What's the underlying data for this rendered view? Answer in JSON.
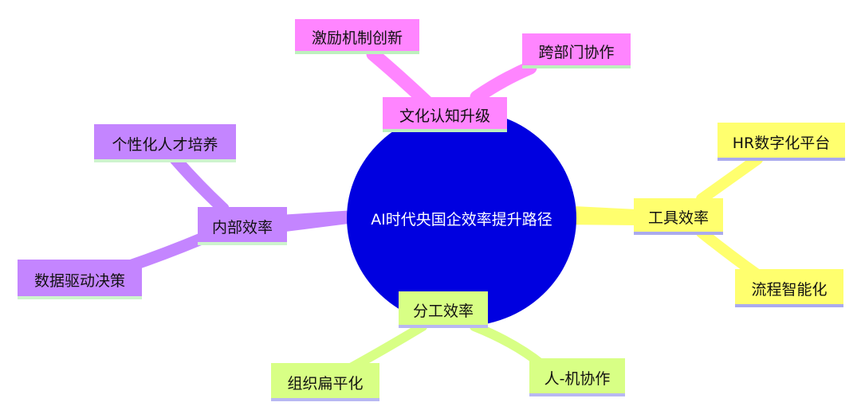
{
  "colors": {
    "center": "#0000e0",
    "pink": "#ff85ff",
    "purple": "#c485ff",
    "yellow": "#ffff6e",
    "green": "#d8ff85"
  },
  "mindmap": {
    "center": {
      "label": "AI时代央国企效率提升路径"
    },
    "branches": [
      {
        "label": "文化认知升级",
        "color": "pink",
        "children": [
          {
            "label": "激励机制创新"
          },
          {
            "label": "跨部门协作"
          }
        ]
      },
      {
        "label": "工具效率",
        "color": "yellow",
        "children": [
          {
            "label": "HR数字化平台"
          },
          {
            "label": "流程智能化"
          }
        ]
      },
      {
        "label": "分工效率",
        "color": "green",
        "children": [
          {
            "label": "组织扁平化"
          },
          {
            "label": "人-机协作"
          }
        ]
      },
      {
        "label": "内部效率",
        "color": "purple",
        "children": [
          {
            "label": "个性化人才培养"
          },
          {
            "label": "数据驱动决策"
          }
        ]
      }
    ]
  }
}
